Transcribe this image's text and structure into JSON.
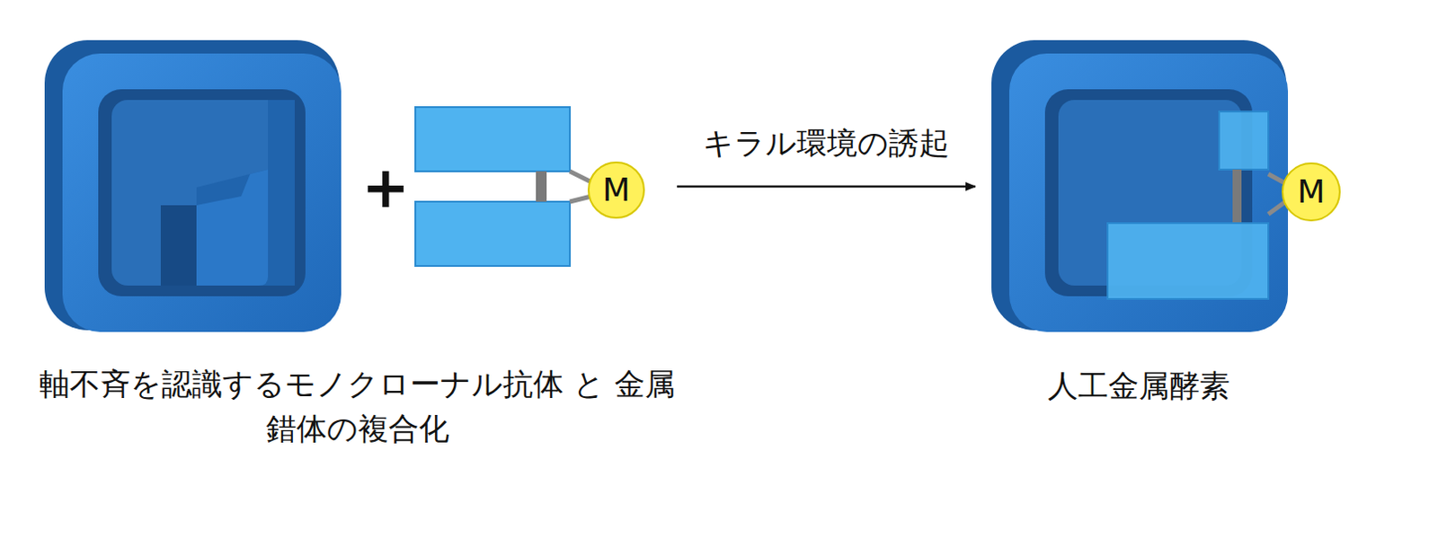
{
  "diagram": {
    "nodes": [
      {
        "text": [
          "M"
        ]
      },
      {
        "text": [
          "人工金属酵素"
        ]
      },
      {
        "text": [
          "M"
        ],
        "in": 1
      }
    ],
    "edges": [
      {
        "from": 0,
        "to": 1,
        "arrow": "to",
        "label": "キラル環境の誘起"
      }
    ],
    "labels": [
      "+",
      "軸不斉を認識するモノクローナル抗体 と 金属錯体の複合化"
    ]
  }
}
